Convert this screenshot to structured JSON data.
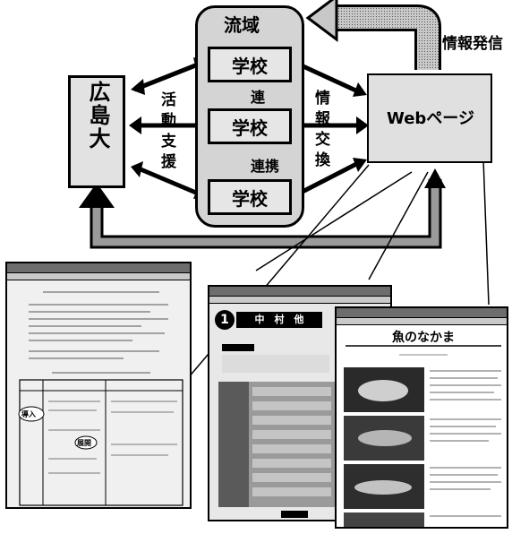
{
  "diagram": {
    "basin_label": "流域",
    "schools": [
      "学校",
      "学校",
      "学校"
    ],
    "university_label": "広島大",
    "support_label": "活動支援",
    "exchange_label": "情報交換",
    "webpage_label": "Webページ",
    "publish_label": "情報発信",
    "link_label_1": "連",
    "link_label_2": "連携"
  },
  "screenshots": {
    "page2": {
      "badge": "1",
      "header": "中　村　他"
    },
    "page3": {
      "title": "魚のなかま"
    },
    "page1": {
      "stamp1": "導入",
      "stamp2": "展開"
    }
  }
}
